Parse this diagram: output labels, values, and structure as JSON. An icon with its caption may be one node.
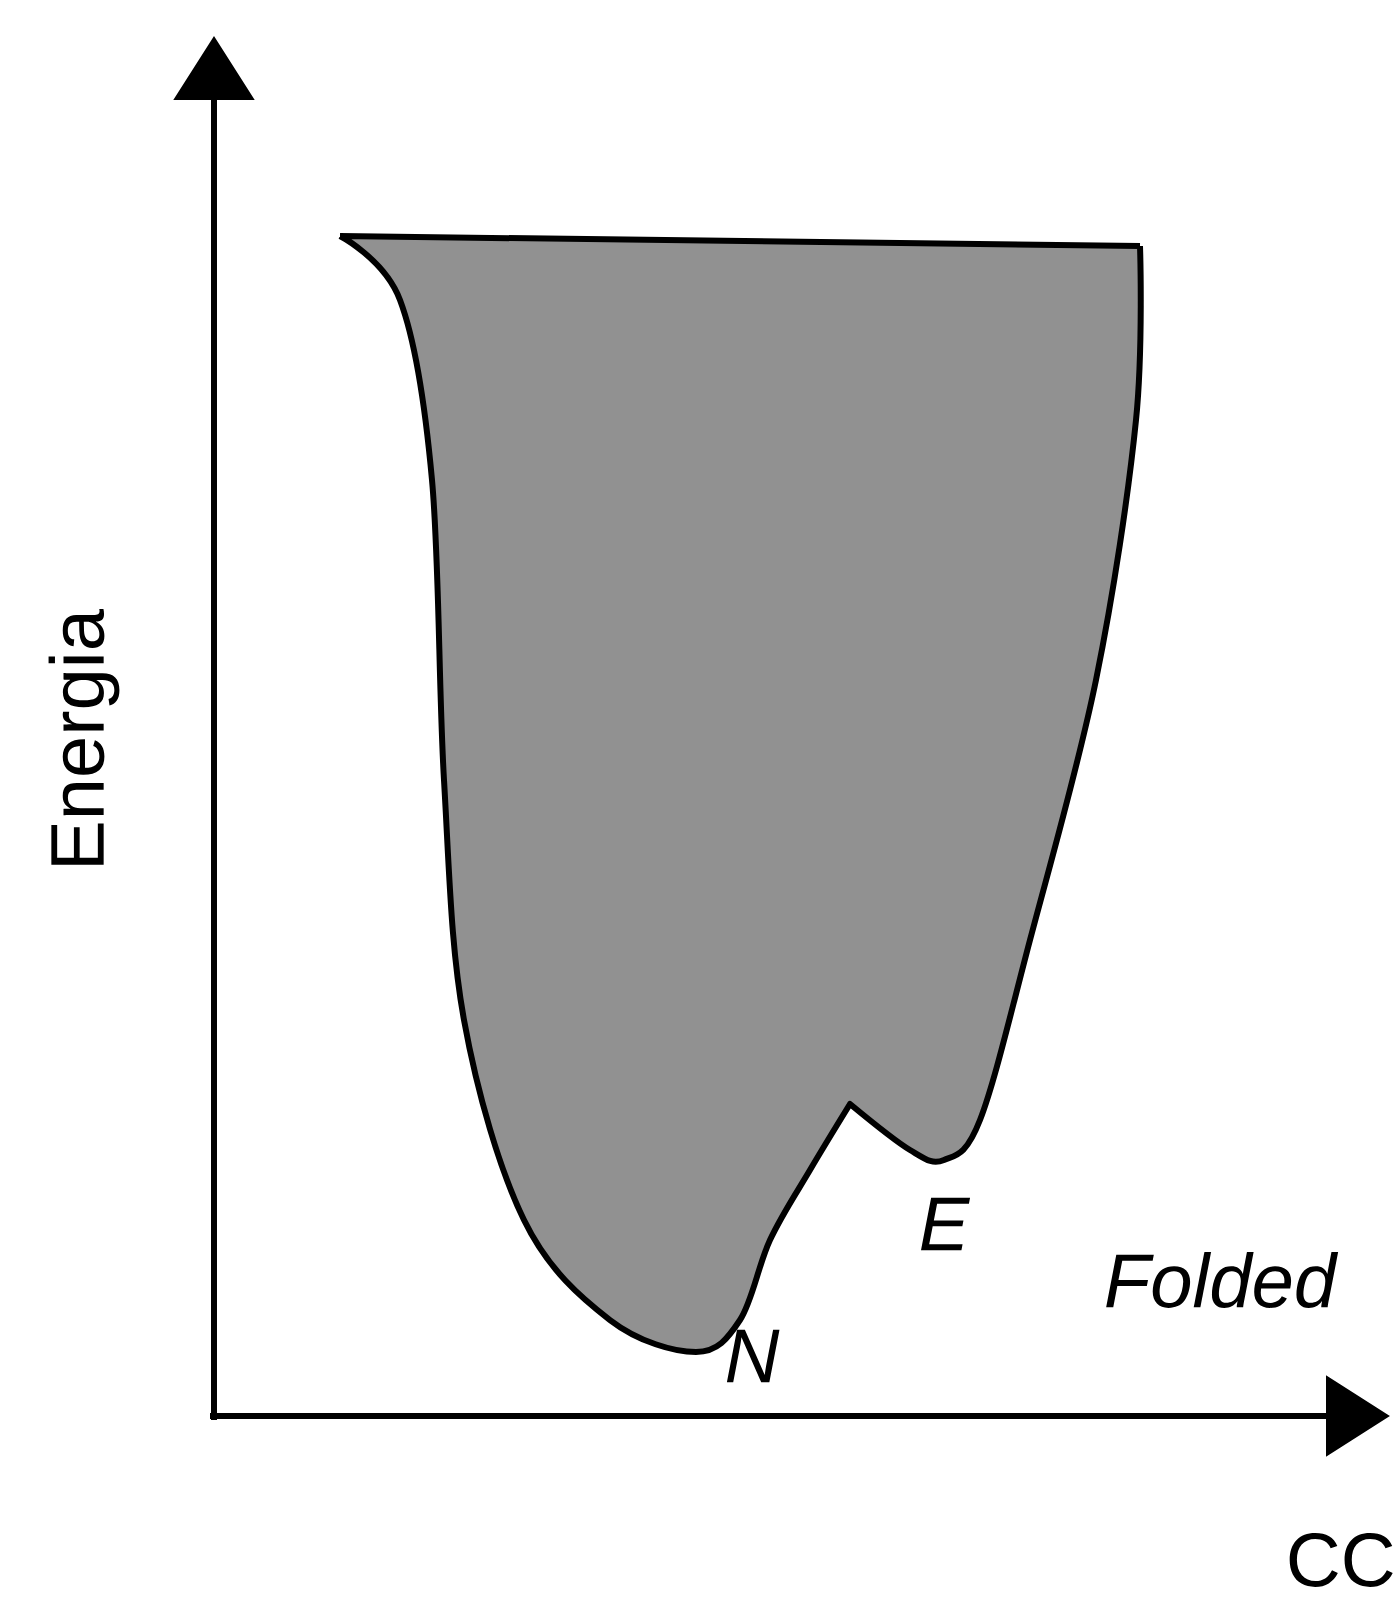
{
  "diagram": {
    "labels": [
      "Energia",
      "E",
      "Folded",
      "N",
      "CC"
    ]
  }
}
